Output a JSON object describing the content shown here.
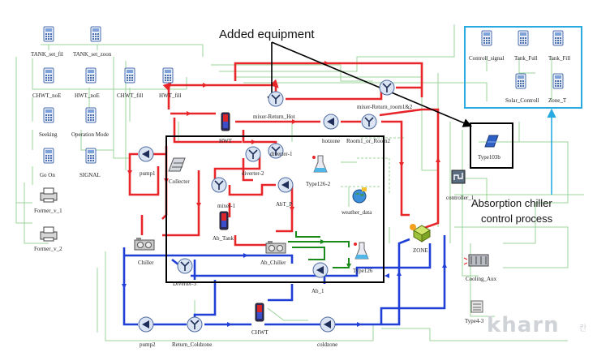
{
  "components": [
    {
      "id": "tank-set-fil",
      "label": "TANK_set_fil",
      "kind": "calc"
    },
    {
      "id": "tank-set-zoon",
      "label": "TANK_set_zoon",
      "kind": "calc"
    },
    {
      "id": "chwt-noe",
      "label": "CHWT_noE",
      "kind": "calc"
    },
    {
      "id": "hwt-noe",
      "label": "HWT_noE",
      "kind": "calc"
    },
    {
      "id": "chwt-fill",
      "label": "CHWT_fill",
      "kind": "calc"
    },
    {
      "id": "hwt-fill",
      "label": "HWT_fill",
      "kind": "calc"
    },
    {
      "id": "seeking",
      "label": "Seeking",
      "kind": "calc"
    },
    {
      "id": "operation-mode",
      "label": "Operation Mode",
      "kind": "calc"
    },
    {
      "id": "go-on",
      "label": "Go On",
      "kind": "calc"
    },
    {
      "id": "signal",
      "label": "SIGNAL",
      "kind": "calc"
    },
    {
      "id": "former-v-1",
      "label": "Former_v_1",
      "kind": "printer"
    },
    {
      "id": "former-v-2",
      "label": "Former_v_2",
      "kind": "printer"
    },
    {
      "id": "pump1",
      "label": "pump1",
      "kind": "pump"
    },
    {
      "id": "chiller",
      "label": "Chiller",
      "kind": "chiller"
    },
    {
      "id": "collecter",
      "label": "Collecter",
      "kind": "collector"
    },
    {
      "id": "hwt",
      "label": "HWT",
      "kind": "tank"
    },
    {
      "id": "mixer-return-hot",
      "label": "mixer-Return_Hot",
      "kind": "mixer"
    },
    {
      "id": "mixer-return-room",
      "label": "mixer-Return_room1&2",
      "kind": "mixer"
    },
    {
      "id": "hotzone",
      "label": "hotzone",
      "kind": "pump"
    },
    {
      "id": "room1-or-room2",
      "label": "Room1_or_Room2",
      "kind": "diverter"
    },
    {
      "id": "diverter-1",
      "label": "diverter-1",
      "kind": "diverter"
    },
    {
      "id": "diverter-2",
      "label": "diverter-2",
      "kind": "diverter"
    },
    {
      "id": "mixer-1",
      "label": "mixer-1",
      "kind": "mixer"
    },
    {
      "id": "abt-p",
      "label": "AbT_P",
      "kind": "pump"
    },
    {
      "id": "type126-2",
      "label": "Type126-2",
      "kind": "flask"
    },
    {
      "id": "weather-data",
      "label": "weather_data",
      "kind": "weather"
    },
    {
      "id": "ab-tank",
      "label": "Ab_Tank",
      "kind": "tank"
    },
    {
      "id": "ab-chiller",
      "label": "Ab_Chiller",
      "kind": "chiller"
    },
    {
      "id": "type126",
      "label": "Type126",
      "kind": "flask"
    },
    {
      "id": "ab-1",
      "label": "Ab_1",
      "kind": "pump"
    },
    {
      "id": "zone",
      "label": "ZONE",
      "kind": "zone"
    },
    {
      "id": "diverter-3",
      "label": "Diverter-3",
      "kind": "mixer"
    },
    {
      "id": "chwt",
      "label": "CHWT",
      "kind": "tank"
    },
    {
      "id": "pump2",
      "label": "pump2",
      "kind": "pump"
    },
    {
      "id": "return-coldzone",
      "label": "Return_Coldzone",
      "kind": "diverter"
    },
    {
      "id": "coldzone",
      "label": "coldzone",
      "kind": "pump"
    },
    {
      "id": "controll-signal",
      "label": "Controll_signal",
      "kind": "calc"
    },
    {
      "id": "tank-full",
      "label": "Tank_Full",
      "kind": "calc"
    },
    {
      "id": "tank-fill",
      "label": "Tank_Fill",
      "kind": "calc"
    },
    {
      "id": "solar-controll",
      "label": "Solar_Controll",
      "kind": "calc"
    },
    {
      "id": "zone-t",
      "label": "Zone_T",
      "kind": "calc"
    },
    {
      "id": "type103b",
      "label": "Type103b",
      "kind": "solar"
    },
    {
      "id": "controller-1",
      "label": "controller_1",
      "kind": "controller"
    },
    {
      "id": "cooling-aux",
      "label": "Cooling_Aux",
      "kind": "cooler"
    },
    {
      "id": "type4-3",
      "label": "Type4-3",
      "kind": "calc2"
    }
  ],
  "annotations": {
    "added_equipment": "Added equipment",
    "absorption_line1": "Absorption chiller",
    "absorption_line2": "control process"
  },
  "watermark": {
    "text": "kharn",
    "suffix": "칸"
  },
  "colors": {
    "hot_loop": "#e8262a",
    "cold_loop": "#1f3fd6",
    "absorber_loop": "#1a8a1a",
    "control_link": "#9bd49b",
    "highlight_box": "#000000",
    "control_group_box": "#29abe2"
  }
}
